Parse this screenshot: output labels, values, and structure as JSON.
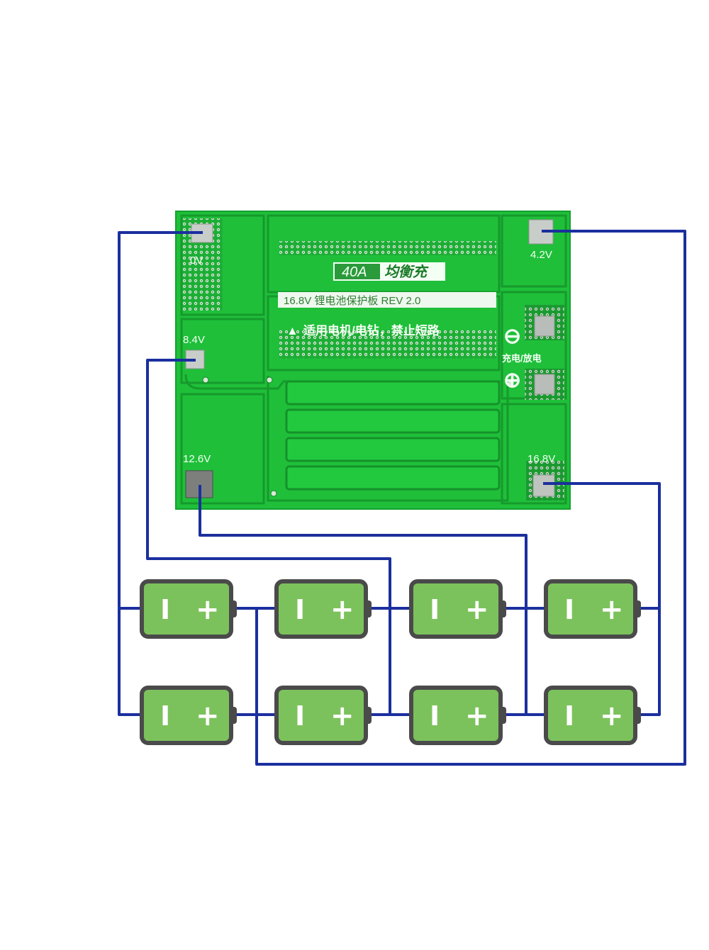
{
  "board": {
    "badge_current": "40A",
    "badge_brand": "均衡充",
    "subtitle": "16.8V 锂电池保护板 REV 2.0",
    "warning": "适用电机/电钻，禁止短路",
    "warning_symbol": "▲",
    "charge_discharge": "充电/放电",
    "minus_symbol": "⊖",
    "plus_symbol": "⊕",
    "colors": {
      "pcb": "#1fbf3a",
      "pcb_dark": "#169a2c",
      "wire": "#1b2f9e",
      "battery": "#7cc25c",
      "battery_outline": "#4a4a4a"
    }
  },
  "pads": {
    "p0v": "0V",
    "p4v2": "4.2V",
    "p8v4": "8.4V",
    "p12v6": "12.6V",
    "p16v8": "16.8V"
  },
  "battery_symbols": {
    "minus": "I",
    "plus": "+"
  },
  "battery_count": 8
}
